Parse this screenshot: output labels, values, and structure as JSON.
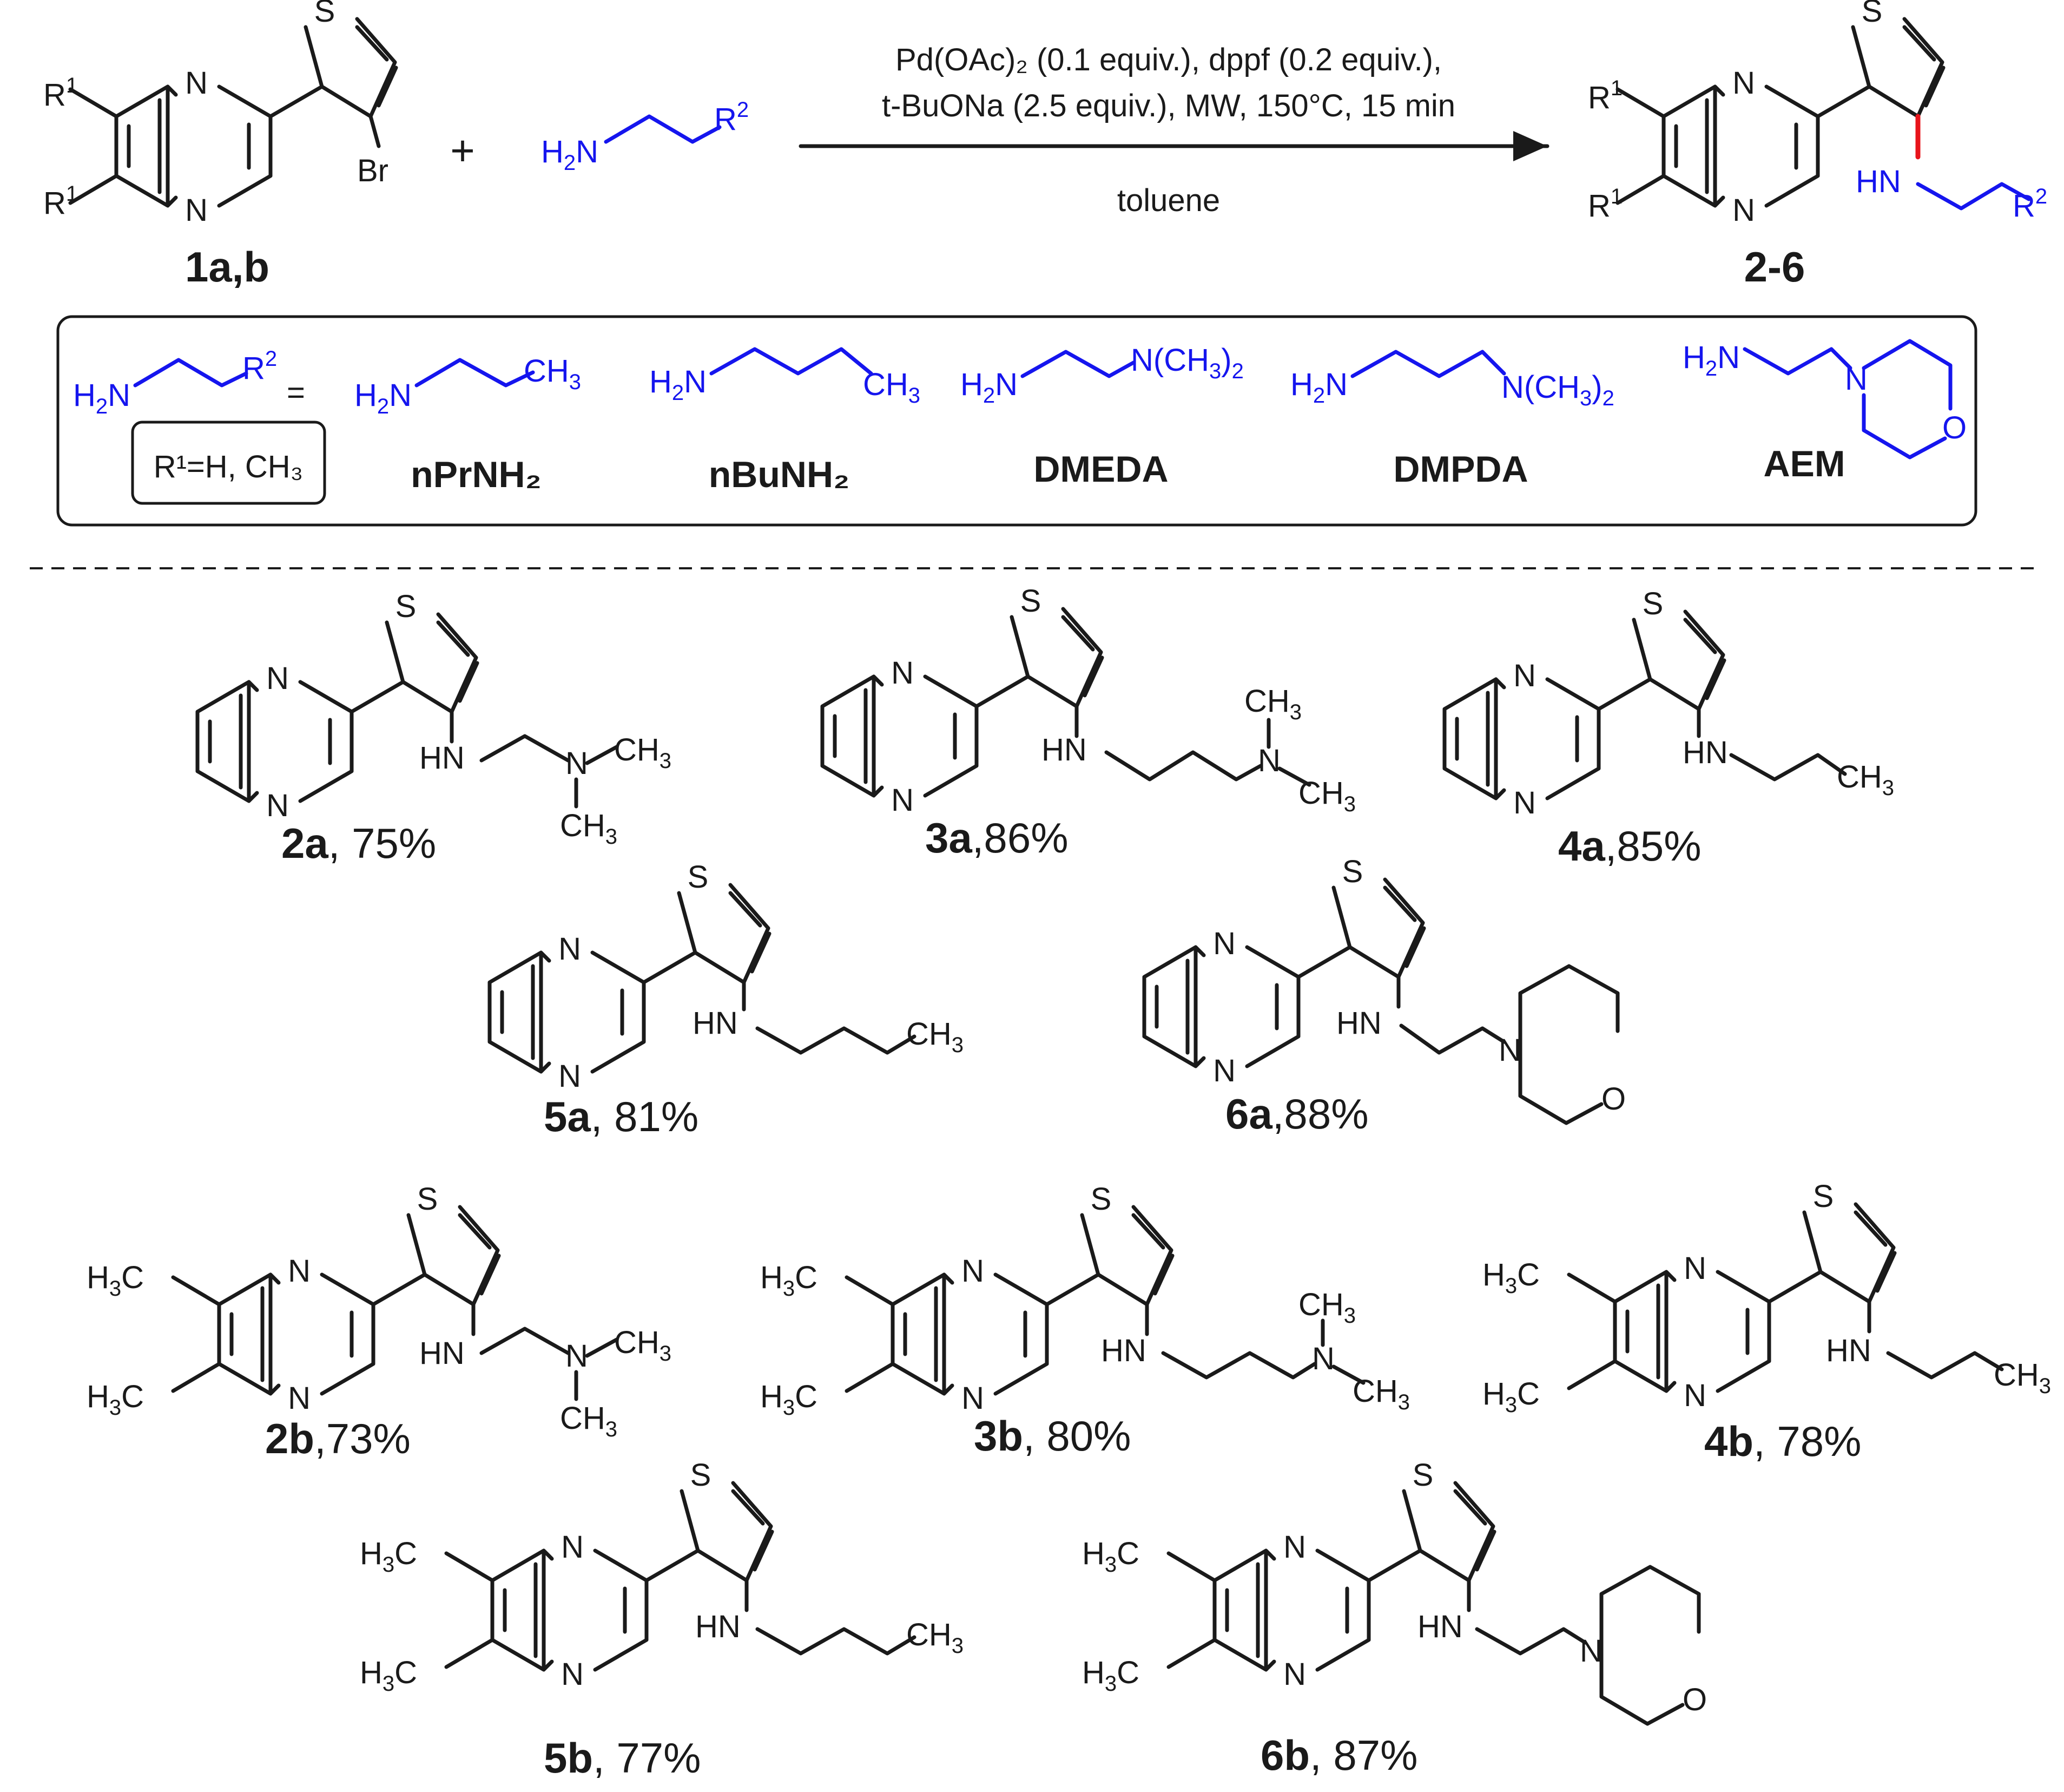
{
  "reaction": {
    "conditions_line1": "Pd(OAc)₂ (0.1 equiv.), dppf (0.2 equiv.),",
    "conditions_line2": "t-BuONa (2.5 equiv.), MW, 150°C, 15 min",
    "solvent": "toluene",
    "plus": "+",
    "reactant_label": "1a,b",
    "product_label": "2-6"
  },
  "legend": {
    "r1_note": "R¹=H, CH₃",
    "equals": "=",
    "amines": [
      "nPrNH₂",
      "nBuNH₂",
      "DMEDA",
      "DMPDA",
      "AEM"
    ]
  },
  "products": [
    {
      "id": "2a",
      "yield": ", 75%"
    },
    {
      "id": "3a",
      "yield": ",86%"
    },
    {
      "id": "4a",
      "yield": ",85%"
    },
    {
      "id": "5a",
      "yield": ", 81%"
    },
    {
      "id": "6a",
      "yield": ",88%"
    },
    {
      "id": "2b",
      "yield": ",73%"
    },
    {
      "id": "3b",
      "yield": ", 80%"
    },
    {
      "id": "4b",
      "yield": ", 78%"
    },
    {
      "id": "5b",
      "yield": ", 77%"
    },
    {
      "id": "6b",
      "yield": ", 87%"
    }
  ],
  "colors": {
    "ink": "#1a1a1a",
    "amine_blue": "#1515ee",
    "new_bond_red": "#e8141b"
  }
}
